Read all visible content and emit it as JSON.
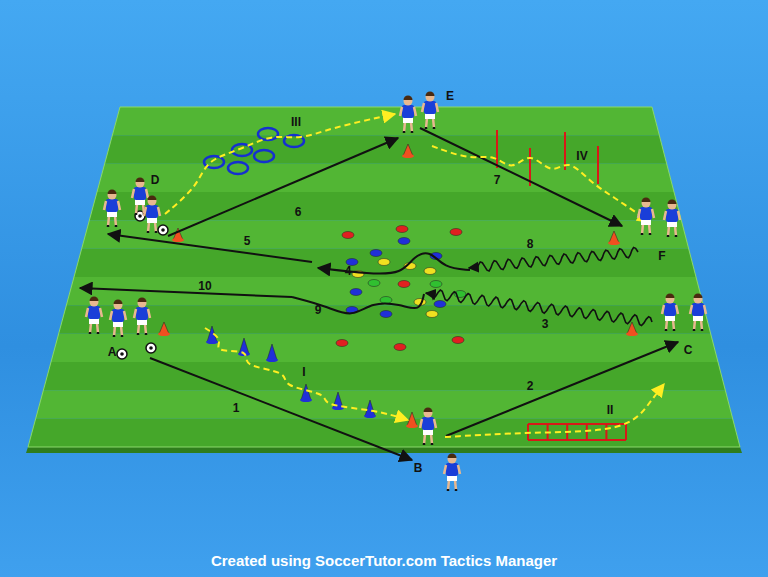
{
  "diagram": {
    "caption": "Created using SoccerTutor.com Tactics Manager",
    "labels": [
      "III",
      "E",
      "6",
      "7",
      "IV",
      "D",
      "F",
      "5",
      "4",
      "8",
      "10",
      "9",
      "3",
      "A",
      "I",
      "C",
      "1",
      "2",
      "II",
      "B"
    ]
  }
}
